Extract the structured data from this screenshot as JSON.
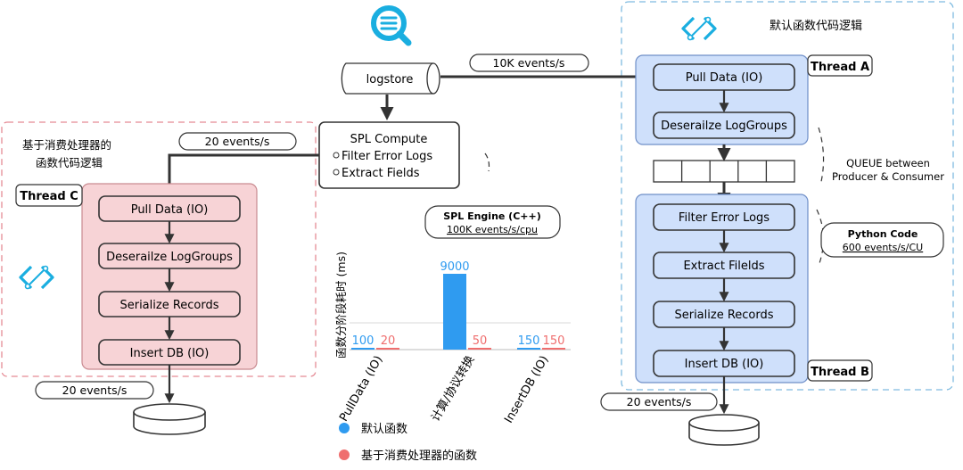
{
  "colors": {
    "accent": "#1aaee0",
    "blue_region": "#cfe0fb",
    "blue_stroke": "#6f8fc8",
    "pink_region": "#f7d3d6",
    "pink_stroke": "#c98a90",
    "pink_dash": "#e58b95",
    "blue_dash": "#7fbbe0",
    "series_default": "#2f9bf0",
    "series_consumer": "#ef6e6e"
  },
  "icons": {
    "search": "search-icon",
    "logo_left": "function-logo-icon",
    "logo_right": "function-logo-icon",
    "db": "database-icon"
  },
  "logstore": {
    "label": "logstore"
  },
  "spl_compute": {
    "title": "SPL Compute",
    "items": [
      "Filter Error Logs",
      "Extract Fields"
    ]
  },
  "spl_engine": {
    "title": "SPL Engine (C++)",
    "rate": "100K events/s/cpu"
  },
  "rates": {
    "right_in": "10K events/s",
    "left_in": "20 events/s",
    "left_out": "20 events/s",
    "right_out": "20 events/s"
  },
  "left": {
    "region_title_1": "基于消费处理器的",
    "region_title_2": "函数代码逻辑",
    "thread_label": "Thread C",
    "steps": [
      "Pull Data (IO)",
      "Deserailze LogGroups",
      "Serialize Records",
      "Insert DB (IO)"
    ]
  },
  "right": {
    "region_title": "默认函数代码逻辑",
    "thread_a": "Thread A",
    "thread_b": "Thread B",
    "top_steps": [
      "Pull Data (IO)",
      "Deserailze LogGroups"
    ],
    "bottom_steps": [
      "Filter Error Logs",
      "Extract Filelds",
      "Serialize Records",
      "Insert DB (IO)"
    ],
    "queue_label_1": "QUEUE between",
    "queue_label_2": "Producer & Consumer",
    "python_title": "Python Code",
    "python_rate": "600 events/s/CU"
  },
  "chart_data": {
    "type": "bar",
    "ylabel": "函数分阶段耗时 (ms)",
    "categories": [
      "PullData (IO)",
      "计算/协议转换",
      "InsertDB (IO)"
    ],
    "ylim": [
      0,
      9000
    ],
    "series": [
      {
        "name": "默认函数",
        "values": [
          100,
          9000,
          150
        ]
      },
      {
        "name": "基于消费处理器的函数",
        "values": [
          20,
          50,
          150
        ]
      }
    ],
    "legend_position": "bottom"
  }
}
